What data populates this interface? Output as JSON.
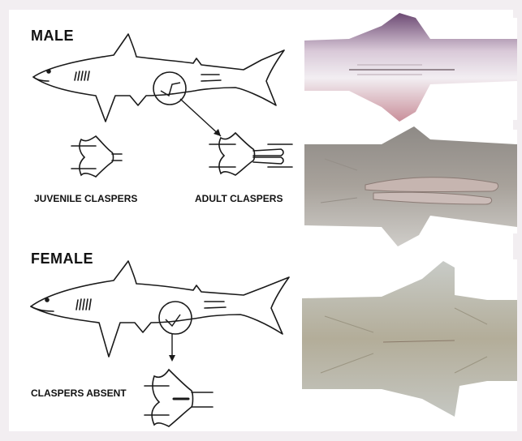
{
  "labels": {
    "male": "MALE",
    "female": "FEMALE",
    "juvenile_claspers": "JUVENILE CLASPERS",
    "adult_claspers": "ADULT CLASPERS",
    "claspers_absent": "CLASPERS ABSENT"
  },
  "colors": {
    "background": "#f2eef1",
    "line": "#1a1a1a",
    "photo_skin_light": "#d8d5cf",
    "photo_skin_pink": "#c98f9a"
  }
}
